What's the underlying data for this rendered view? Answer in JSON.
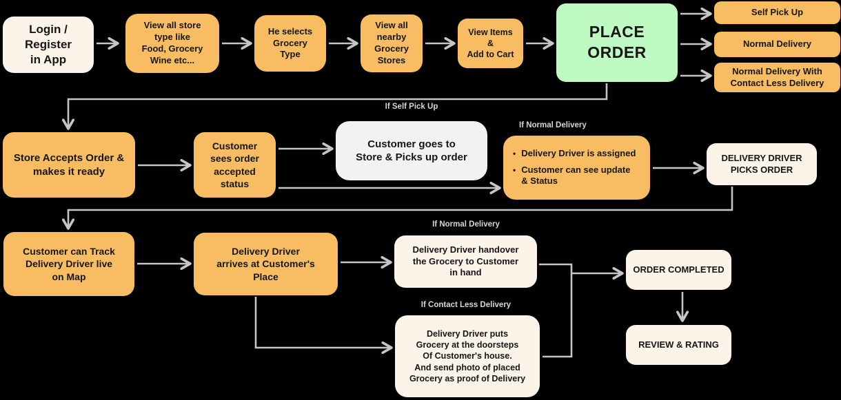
{
  "diagram_title": "Grocery order and delivery flowchart",
  "colors": {
    "background": "#000000",
    "node_orange": "#F8BD62",
    "node_cream": "#FCF3E9",
    "node_green": "#BEFAC1",
    "node_white": "#F2F2F1",
    "arrow": "#C6C6C6",
    "node_text": "#161616",
    "condition_label_text": "#D6D6D6"
  },
  "glyphs": {
    "bullet": "•"
  },
  "nodes": {
    "login": {
      "text": "Login /\nRegister\nin App"
    },
    "store_type": {
      "text": "View all store\ntype like\nFood, Grocery\nWine etc..."
    },
    "select_grocery": {
      "text": "He selects\nGrocery\nType"
    },
    "nearby_stores": {
      "text": "View all\nnearby\nGrocery\nStores"
    },
    "view_items": {
      "text": "View Items\n&\nAdd to Cart"
    },
    "place_order": {
      "text": "PLACE ORDER"
    },
    "self_pickup": {
      "text": "Self Pick Up"
    },
    "normal_delivery": {
      "text": "Normal Delivery"
    },
    "normal_contactless": {
      "text": "Normal Delivery With\nContact Less Delivery"
    },
    "store_accepts": {
      "text": "Store Accepts Order &\nmakes it ready"
    },
    "sees_status": {
      "text": "Customer\nsees order\naccepted\nstatus"
    },
    "goes_store": {
      "text": "Customer goes to\nStore & Picks up order"
    },
    "driver_assigned": {
      "items": [
        "Delivery Driver is assigned",
        "Customer can see update\n& Status"
      ]
    },
    "picks_order": {
      "text": "DELIVERY DRIVER\nPICKS ORDER"
    },
    "track_map": {
      "text": "Customer can Track\nDelivery Driver live\non Map"
    },
    "arrives": {
      "text": "Delivery Driver\narrives at Customer's\nPlace"
    },
    "handover": {
      "text": "Delivery Driver handover\nthe Grocery to Customer\nin hand"
    },
    "puts_grocery": {
      "text": "Delivery Driver puts\nGrocery at the doorsteps\nOf Customer's house.\nAnd send photo of placed\nGrocery as proof of Delivery"
    },
    "order_completed": {
      "text": "ORDER COMPLETED"
    },
    "review_rating": {
      "text": "REVIEW & RATING"
    }
  },
  "condition_labels": {
    "if_self_pickup": "If Self Pick Up",
    "if_normal_delivery_1": "If Normal Delivery",
    "if_normal_delivery_2": "If Normal Delivery",
    "if_contactless": "If Contact Less Delivery"
  }
}
